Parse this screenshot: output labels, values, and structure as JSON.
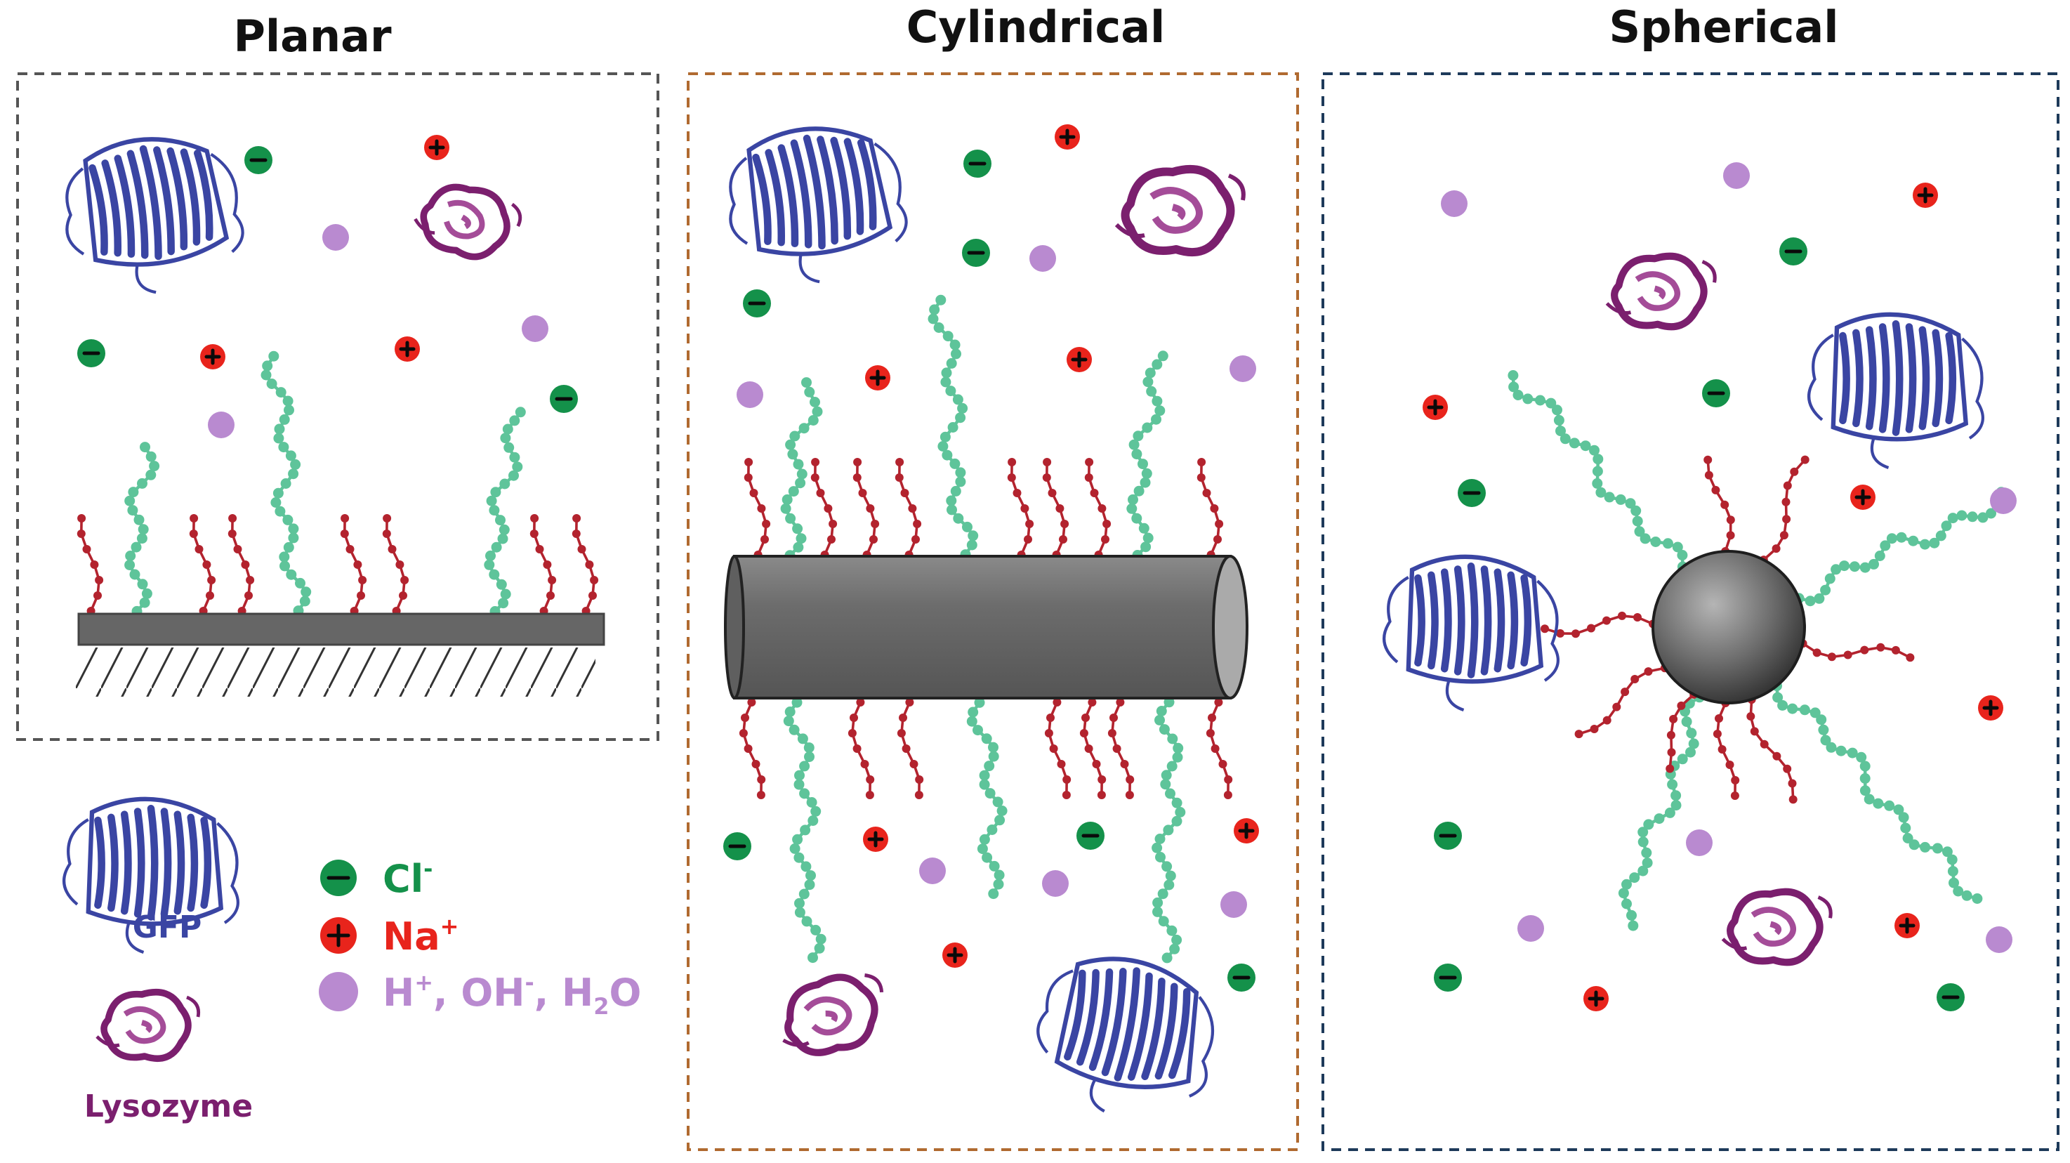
{
  "panels": {
    "planar": {
      "title": "Planar"
    },
    "cylindrical": {
      "title": "Cylindrical"
    },
    "spherical": {
      "title": "Spherical"
    }
  },
  "legend": {
    "chloride": {
      "symbol": "Cl",
      "sup": "-",
      "color": "#14914a"
    },
    "sodium": {
      "symbol": "Na",
      "sup": "+",
      "color": "#e8241c"
    },
    "water": {
      "h": "H",
      "h_sup": "+",
      "sep1": ", OH",
      "oh_sup": "-",
      "sep2": ", H",
      "h2o_sub": "2",
      "o": "O",
      "color": "#b98ad0"
    }
  },
  "proteins": {
    "gfp": {
      "label": "GFP",
      "color": "#3a45a3"
    },
    "lysozyme": {
      "label": "Lysozyme",
      "color": "#7b1f6e"
    }
  },
  "colors": {
    "polymer_long": "#5ec49a",
    "polymer_short": "#b3232e",
    "surface": "#6a6a6a",
    "planar_border": "#555555",
    "cylindrical_border": "#b06a30",
    "spherical_border": "#1e3a5a"
  }
}
